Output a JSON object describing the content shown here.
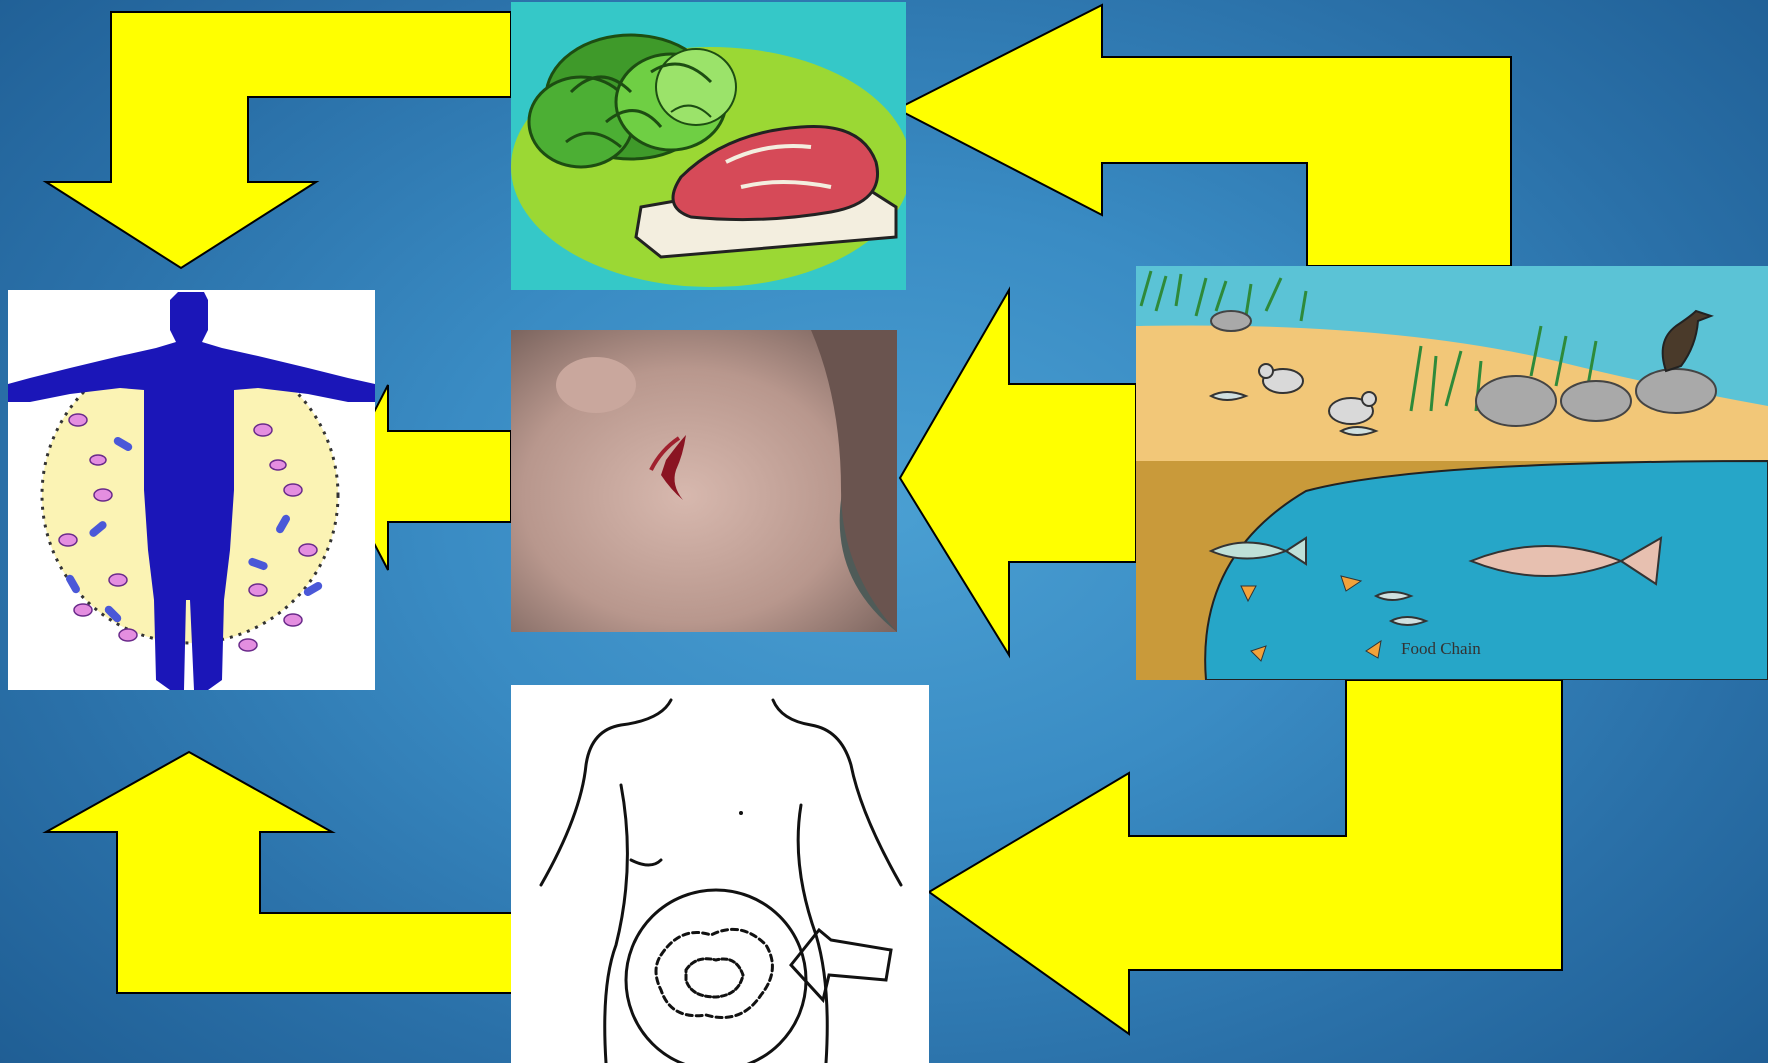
{
  "colors": {
    "background": "#2f7fb8",
    "arrow_fill": "#ffff00",
    "arrow_stroke": "#000000"
  },
  "panels": {
    "food": {
      "subject": "lettuce-and-steak"
    },
    "body": {
      "subject": "human-silhouette-with-microbes"
    },
    "wound": {
      "subject": "wound-on-skin"
    },
    "ecosystem": {
      "subject": "aquatic-food-chain",
      "label": "Food Chain"
    },
    "gut": {
      "subject": "intestine-drawing"
    }
  }
}
